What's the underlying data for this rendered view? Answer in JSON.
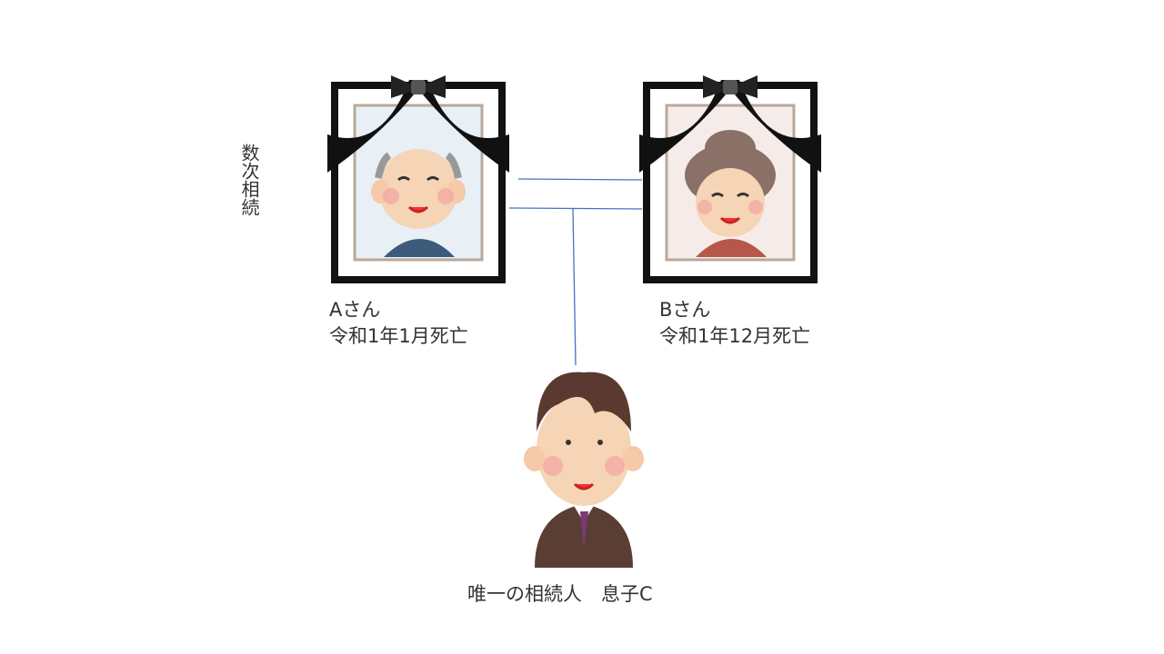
{
  "title_vertical": "数次相続",
  "person_a": {
    "name": "Aさん",
    "status": "令和1年1月死亡"
  },
  "person_b": {
    "name": "Bさん",
    "status": "令和1年12月死亡"
  },
  "heir": {
    "label": "唯一の相続人　息子C"
  },
  "colors": {
    "connector": "#4472c4",
    "frame": "#111111"
  }
}
